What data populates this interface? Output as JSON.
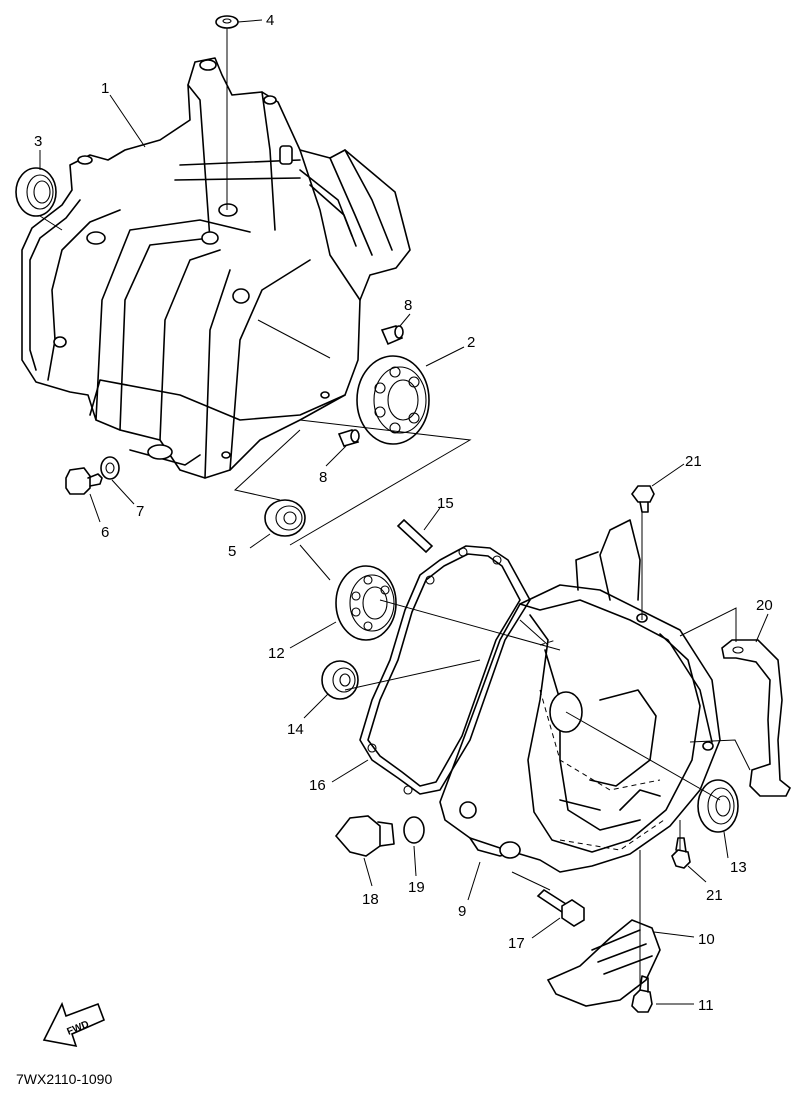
{
  "callouts": {
    "c1": "1",
    "c2": "2",
    "c3": "3",
    "c4": "4",
    "c5": "5",
    "c6": "6",
    "c7": "7",
    "c8a": "8",
    "c8b": "8",
    "c9": "9",
    "c10": "10",
    "c11": "11",
    "c12": "12",
    "c13": "13",
    "c14": "14",
    "c15": "15",
    "c16": "16",
    "c17": "17",
    "c18": "18",
    "c19": "19",
    "c20": "20",
    "c21a": "21",
    "c21b": "21"
  },
  "fwd_label": "FWD",
  "drawing_code": "7WX2110-1090",
  "icons": {
    "forward": "fwd-arrow-icon"
  }
}
